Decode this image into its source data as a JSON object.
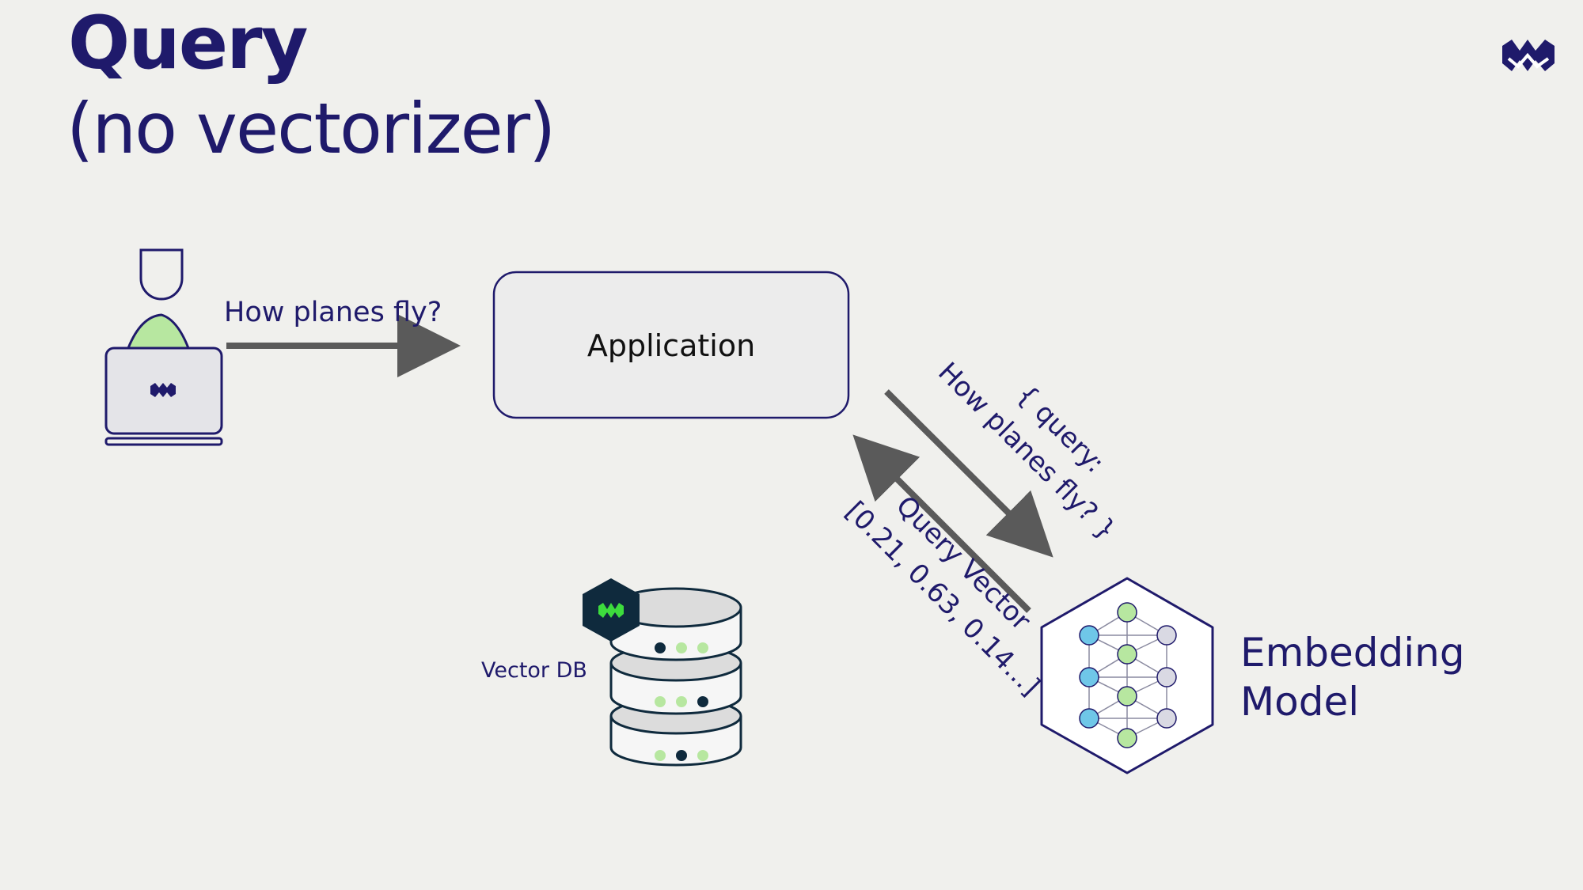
{
  "slide": {
    "title": "Query",
    "subtitle": "(no vectorizer)"
  },
  "diagram": {
    "user_query_label": "How planes fly?",
    "application_label": "Application",
    "request_label_line1": "{ query:",
    "request_label_line2": "How planes fly? }",
    "response_label_line1": "Query Vector",
    "response_label_line2": "[0.21, 0.63, 0.14...]",
    "vector_db_label": "Vector DB",
    "embedding_model_line1": "Embedding",
    "embedding_model_line2": "Model"
  },
  "colors": {
    "text": "#1f1a6b",
    "arrow": "#5a5a5a",
    "green_accent": "#b7e7a0",
    "blue_node": "#6fc7e8",
    "gray_node": "#d9d9e3",
    "dark_navy": "#0f2a3d",
    "bright_green": "#3ddc3d"
  },
  "icons": {
    "logo": "weaviate-logo-icon",
    "user": "user-at-laptop-icon",
    "database": "database-icon",
    "model": "neural-network-icon"
  }
}
